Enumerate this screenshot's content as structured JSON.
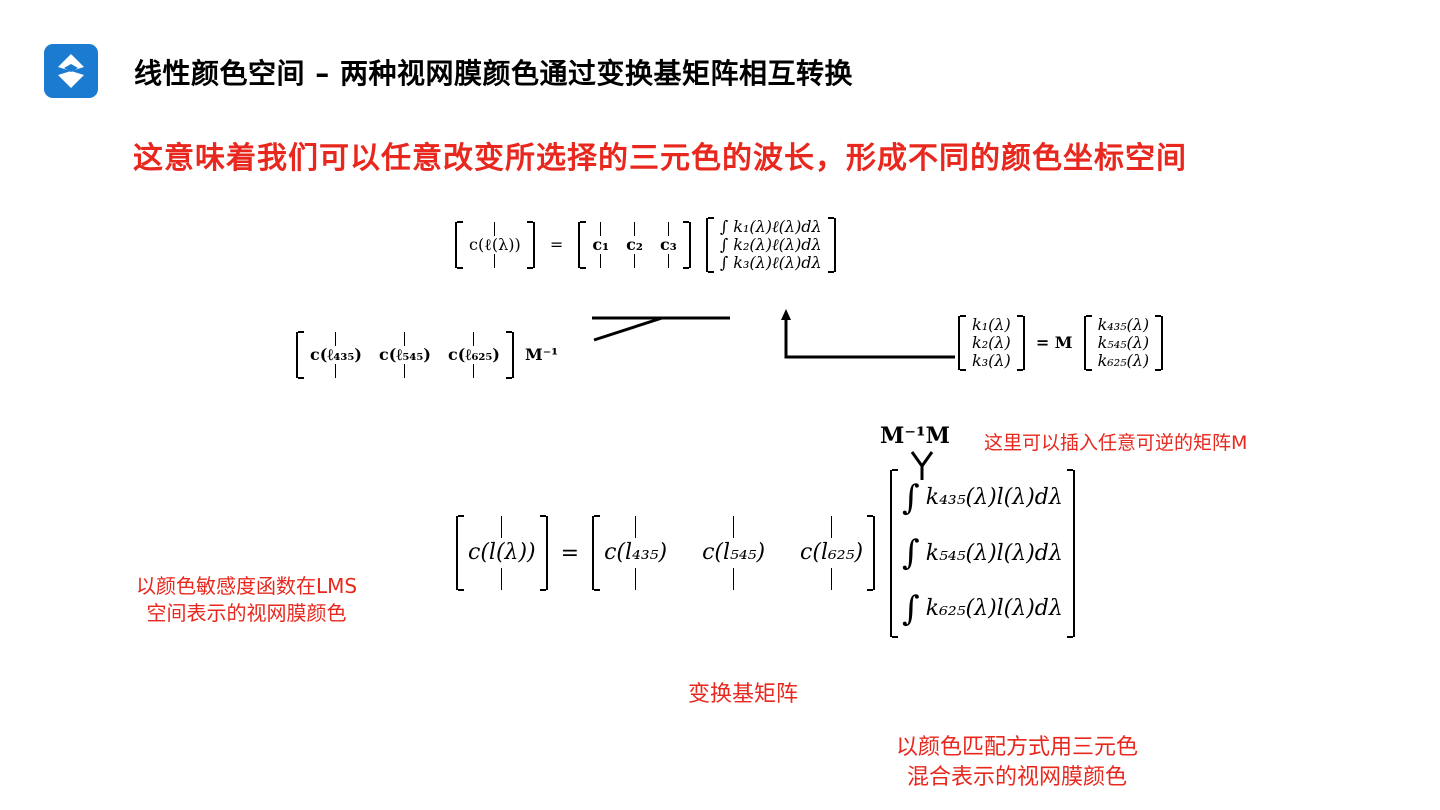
{
  "header": {
    "title": "线性颜色空间 – 两种视网膜颜色通过变换基矩阵相互转换",
    "subtitle": "这意味着我们可以任意改变所选择的三元色的波长，形成不同的颜色坐标空间"
  },
  "equations": {
    "top_lhs": "c(ℓ(λ))",
    "eq_sign": "=",
    "top_basis": [
      "c₁",
      "c₂",
      "c₃"
    ],
    "top_integrals": [
      "∫ k₁(λ)ℓ(λ)dλ",
      "∫ k₂(λ)ℓ(λ)dλ",
      "∫ k₃(λ)ℓ(λ)dλ"
    ],
    "mid_basis": [
      "c(ℓ₄₃₅)",
      "c(ℓ₅₄₅)",
      "c(ℓ₆₂₅)"
    ],
    "mid_minv": "M⁻¹",
    "k_lhs": [
      "k₁(λ)",
      "k₂(λ)",
      "k₃(λ)"
    ],
    "k_eq": "= M",
    "k_rhs": [
      "k₄₃₅(λ)",
      "k₅₄₅(λ)",
      "k₆₂₅(λ)"
    ],
    "mm": "M⁻¹M",
    "bottom_lhs": "c(l(λ))",
    "bottom_basis": [
      "c(l₄₃₅)",
      "c(l₅₄₅)",
      "c(l₆₂₅)"
    ],
    "bottom_integrals": [
      "k₄₃₅(λ)l(λ)dλ",
      "k₅₄₅(λ)l(λ)dλ",
      "k₆₂₅(λ)l(λ)dλ"
    ]
  },
  "annotations": {
    "insert_note": "这里可以插入任意可逆的矩阵M",
    "lms_note_line1": "以颜色敏感度函数在LMS",
    "lms_note_line2": "空间表示的视网膜颜色",
    "transform_note": "变换基矩阵",
    "match_note_line1": "以颜色匹配方式用三元色",
    "match_note_line2": "混合表示的视网膜颜色"
  },
  "colors": {
    "accent": "#e8281e",
    "logo": "#1a7bd1"
  }
}
